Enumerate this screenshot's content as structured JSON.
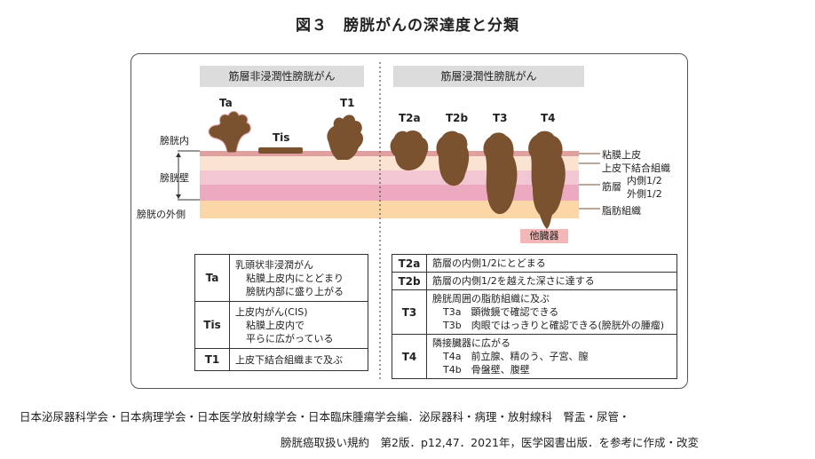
{
  "title": "図３　膀胱がんの深達度と分類",
  "headers": {
    "left": "筋層非浸潤性膀胱がん",
    "right": "筋層浸潤性膀胱がん"
  },
  "stage_labels": [
    "Ta",
    "Tis",
    "T1",
    "T2a",
    "T2b",
    "T3",
    "T4"
  ],
  "left_labels": {
    "inside": "膀胱内",
    "wall": "膀胱壁",
    "outside": "膀胱の外側"
  },
  "right_labels": {
    "mucosa": "粘膜上皮",
    "subepithelial": "上皮下結合組織",
    "muscle": "筋層",
    "inner": "内側1/2",
    "outer": "外側1/2",
    "fat": "脂肪組織",
    "other_organ": "他臓器"
  },
  "colors": {
    "tumor": "#7a5230",
    "mucosa": "#e0a0a0",
    "subepithelial": "#fbe3d2",
    "muscle_inner": "#f3c6d3",
    "muscle_outer": "#eda9bf",
    "fat": "#fbd6a6",
    "other_organ": "#f4b7b7"
  },
  "left_table": [
    {
      "code": "Ta",
      "lines": [
        "乳頭状非浸潤がん",
        "粘膜上皮内にとどまり",
        "膀胱内部に盛り上がる"
      ]
    },
    {
      "code": "Tis",
      "lines": [
        "上皮内がん(CIS)",
        "粘膜上皮内で",
        "平らに広がっている"
      ]
    },
    {
      "code": "T1",
      "lines": [
        "上皮下結合組織まで及ぶ"
      ]
    }
  ],
  "right_table": [
    {
      "code": "T2a",
      "lines": [
        "筋層の内側1/2にとどまる"
      ]
    },
    {
      "code": "T2b",
      "lines": [
        "筋層の内側1/2を越えた深さに達する"
      ]
    },
    {
      "code": "T3",
      "lines": [
        "膀胱周囲の脂肪組織に及ぶ",
        "T3a　顕微鏡で確認できる",
        "T3b　肉眼ではっきりと確認できる(膀胱外の腫瘤)"
      ]
    },
    {
      "code": "T4",
      "lines": [
        "隣接臓器に広がる",
        "T4a　前立腺、精のう、子宮、膣",
        "T4b　骨盤壁、腹壁"
      ]
    }
  ],
  "credit": {
    "line1": "日本泌尿器科学会・日本病理学会・日本医学放射線学会・日本臨床腫瘍学会編．泌尿器科・病理・放射線科　腎盂・尿管・",
    "line2": "膀胱癌取扱い規約　第2版．p12,47．2021年，医学図書出版．を参考に作成・改変"
  }
}
